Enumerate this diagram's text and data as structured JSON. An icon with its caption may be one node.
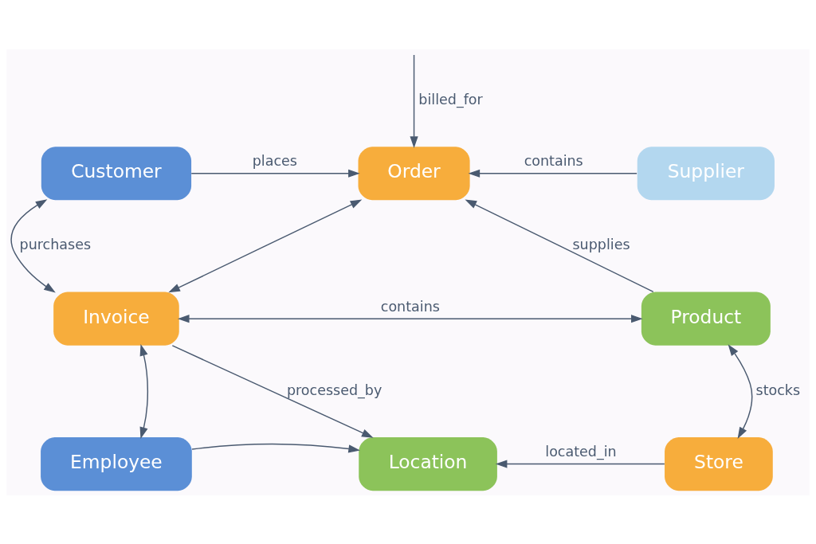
{
  "diagram": {
    "nodes": [
      {
        "text": [
          "Customer"
        ]
      },
      {
        "text": [
          "Order"
        ]
      },
      {
        "text": [
          "Supplier"
        ]
      },
      {
        "text": [
          "Product"
        ]
      },
      {
        "text": [
          "Invoice"
        ]
      },
      {
        "text": [
          "Employee"
        ]
      },
      {
        "text": [
          "Location"
        ]
      },
      {
        "text": [
          "Store"
        ]
      }
    ],
    "edges": [
      {
        "from": 0,
        "to": 1,
        "arrow": "to",
        "label": "places"
      },
      {
        "from": 2,
        "to": 1,
        "arrow": "to",
        "label": "contains"
      },
      {
        "from": 0,
        "to": 4,
        "arrow": "both",
        "label": "purchases"
      },
      {
        "from": 1,
        "to": 4,
        "arrow": "both"
      },
      {
        "from": null,
        "to": 1,
        "arrow": "to",
        "label": "billed_for"
      },
      {
        "from": 3,
        "to": 1,
        "arrow": "to",
        "label": "supplies"
      },
      {
        "from": 3,
        "to": 4,
        "arrow": "both",
        "label": "contains"
      },
      {
        "from": 4,
        "to": 6,
        "arrow": "to",
        "label": "processed_by"
      },
      {
        "from": 5,
        "to": 4,
        "arrow": "both"
      },
      {
        "from": 5,
        "to": 6,
        "arrow": "to"
      },
      {
        "from": 3,
        "to": 7,
        "arrow": "both",
        "label": "stocks"
      },
      {
        "from": 7,
        "to": 6,
        "arrow": "to",
        "label": "located_in"
      }
    ]
  }
}
